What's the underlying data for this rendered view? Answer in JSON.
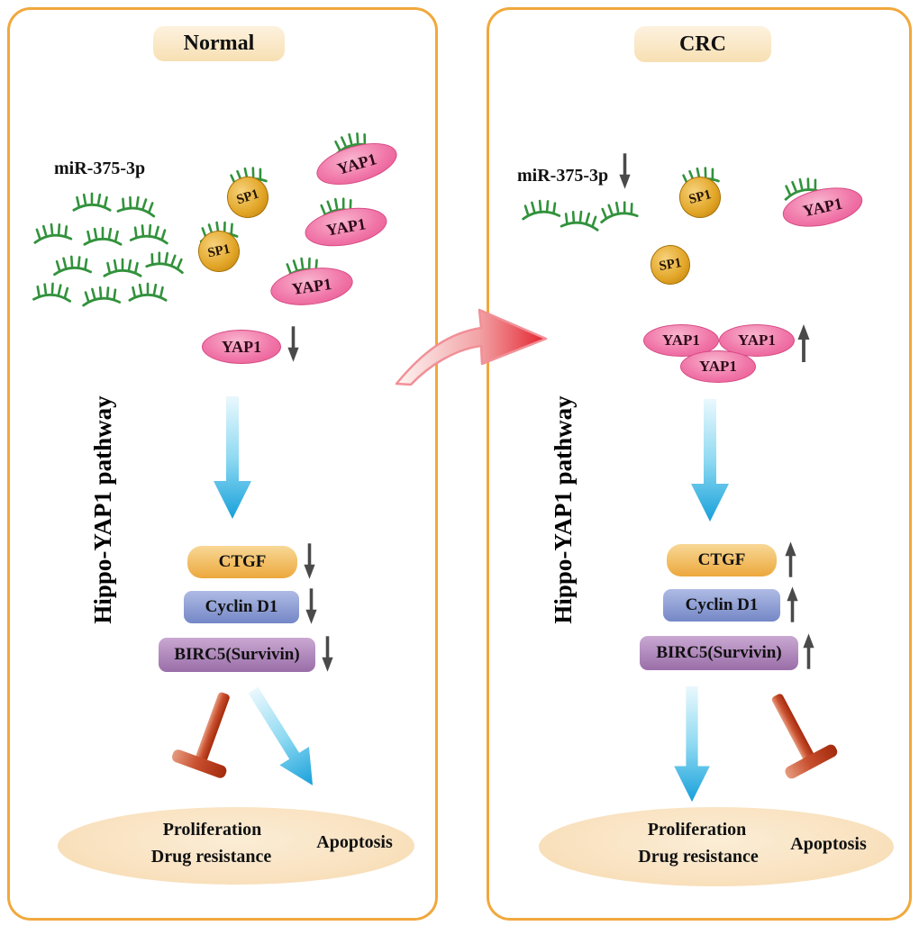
{
  "left_panel": {
    "title": "Normal",
    "mirna_label": "miR-375-3p",
    "sp1_label": "SP1",
    "yap1_label": "YAP1",
    "yap1_trend": "down",
    "pathway_label": "Hippo-YAP1 pathway",
    "genes": {
      "ctgf": {
        "label": "CTGF",
        "trend": "down"
      },
      "cyclin_d1": {
        "label": "Cyclin D1",
        "trend": "down"
      },
      "birc5": {
        "label": "BIRC5(Survivin)",
        "trend": "down"
      }
    },
    "outcomes": {
      "proliferation": "Proliferation",
      "drug_resistance": "Drug resistance",
      "apoptosis": "Apoptosis"
    }
  },
  "right_panel": {
    "title": "CRC",
    "mirna_label": "miR-375-3p",
    "mirna_trend": "down",
    "sp1_label": "SP1",
    "yap1_label": "YAP1",
    "yap1_trend": "up",
    "pathway_label": "Hippo-YAP1 pathway",
    "genes": {
      "ctgf": {
        "label": "CTGF",
        "trend": "up"
      },
      "cyclin_d1": {
        "label": "Cyclin D1",
        "trend": "up"
      },
      "birc5": {
        "label": "BIRC5(Survivin)",
        "trend": "up"
      }
    },
    "outcomes": {
      "proliferation": "Proliferation",
      "drug_resistance": "Drug resistance",
      "apoptosis": "Apoptosis"
    }
  },
  "colors": {
    "panel_border": "#F1A83C",
    "badge_fill": "#FAE6C6",
    "mirna_green": "#32923C",
    "sp1_gold": "#DFA125",
    "yap1_pink": "#EF6AA0",
    "ctgf_orange": "#EFB257",
    "cyclin_blue": "#8B9CD3",
    "birc5_purple": "#AC7FB5",
    "activation_blue": "#2AA9DF",
    "inhibition_red": "#BE3C1E",
    "outcome_peach": "#F9E2BE",
    "transition_pink_red": "#E5333C",
    "trend_arrow_gray": "#4A4A4A"
  }
}
